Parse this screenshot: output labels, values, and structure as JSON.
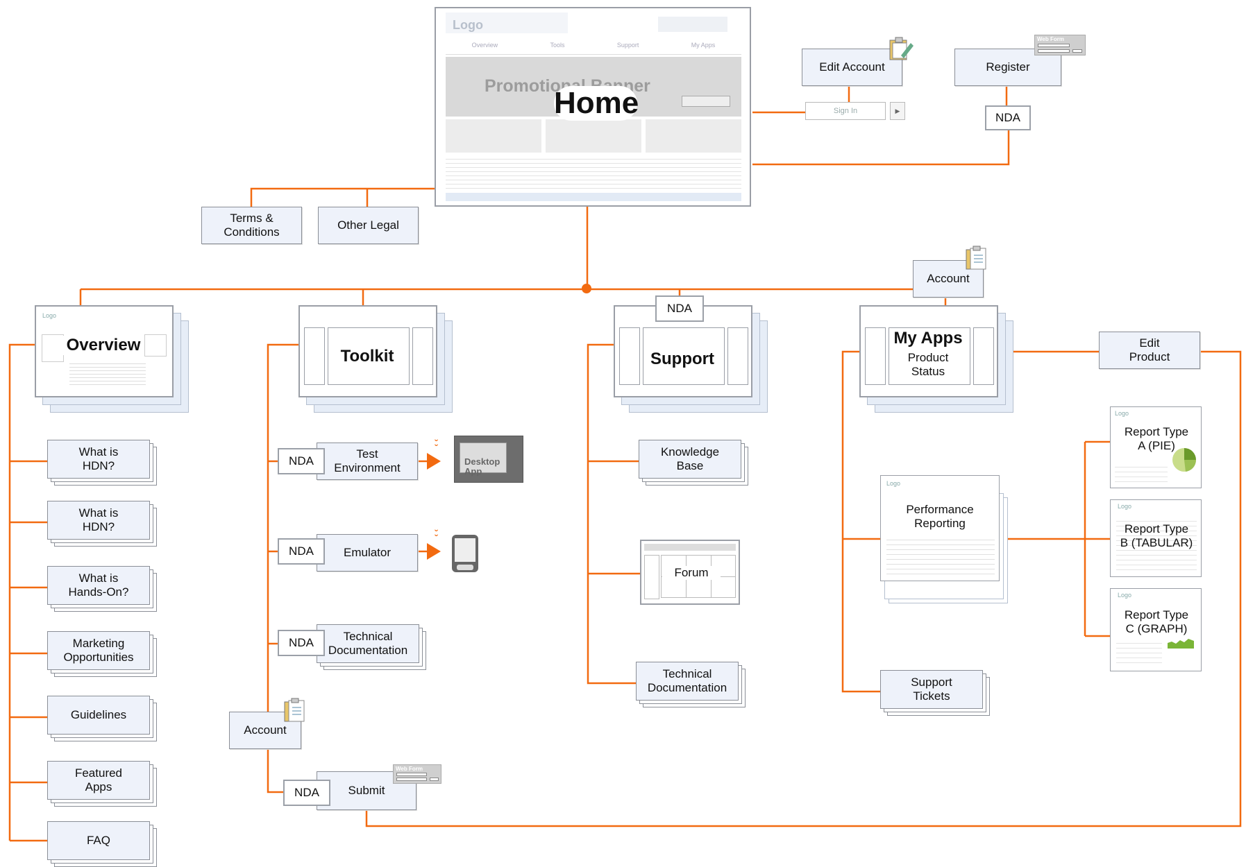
{
  "home": {
    "title": "Home",
    "logo": "Logo",
    "banner": "Promotional Banner",
    "nav": [
      "Overview",
      "Tools",
      "Support",
      "My Apps"
    ]
  },
  "header_nodes": {
    "edit_account": "Edit Account",
    "register": "Register",
    "nda": "NDA",
    "sign_in": "Sign In",
    "web_form": "Web Form",
    "terms": "Terms &\nConditions",
    "other_legal": "Other Legal",
    "account": "Account"
  },
  "sections": {
    "overview": {
      "title": "Overview",
      "logo": "Logo",
      "children": [
        "What is\nHDN?",
        "What is\nHDN?",
        "What is\nHands-On?",
        "Marketing\nOpportunities",
        "Guidelines",
        "Featured\nApps",
        "FAQ"
      ]
    },
    "toolkit": {
      "title": "Toolkit",
      "test_env": "Test\nEnvironment",
      "desktop_app": "Desktop\nApp",
      "emulator": "Emulator",
      "tech_docs": "Technical\nDocumentation",
      "account": "Account",
      "submit": "Submit",
      "nda": "NDA",
      "web_form": "Web Form"
    },
    "support": {
      "title": "Support",
      "nda": "NDA",
      "knowledge_base": "Knowledge\nBase",
      "forum": "Forum",
      "tech_docs": "Technical\nDocumentation"
    },
    "myapps": {
      "title": "My Apps",
      "subtitle": "Product\nStatus",
      "edit_product": "Edit\nProduct",
      "performance": "Performance\nReporting",
      "logo": "Logo",
      "support_tickets": "Support\nTickets",
      "reports": [
        "Report Type\nA (PIE)",
        "Report Type\nB (TABULAR)",
        "Report Type\nC (GRAPH)"
      ],
      "report_logo": "Logo"
    }
  },
  "colors": {
    "wire": "#f26a10",
    "node_fill": "#eef2fa",
    "border": "#8a8e96"
  }
}
